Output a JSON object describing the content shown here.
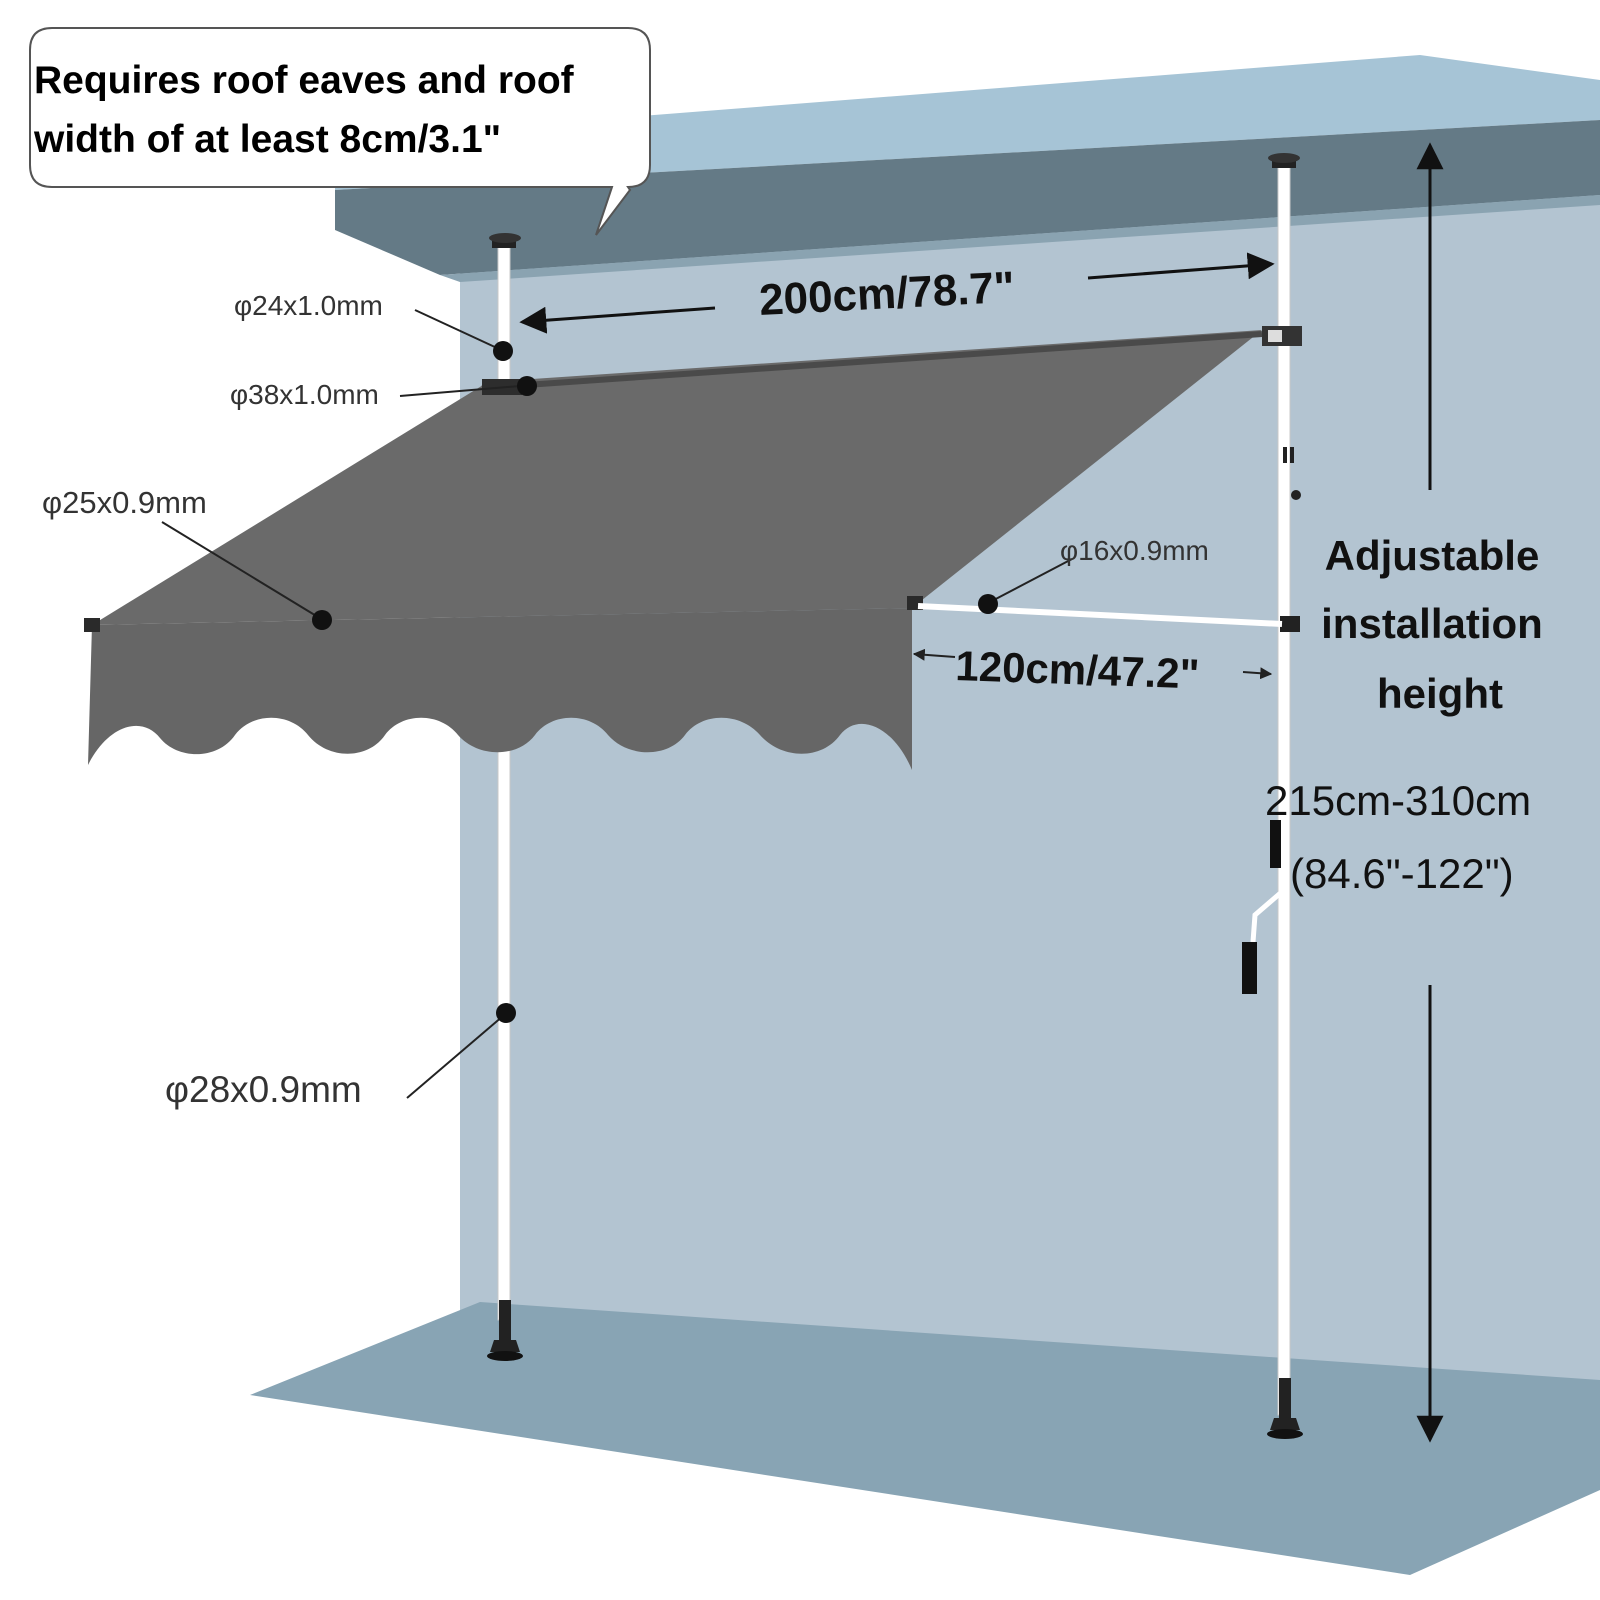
{
  "callout": {
    "line1": "Requires roof eaves and roof",
    "line2": "width of at least 8cm/3.1\""
  },
  "dimensions": {
    "width": "200cm/78.7\"",
    "projection": "120cm/47.2\"",
    "height_title_1": "Adjustable",
    "height_title_2": "installation",
    "height_title_3": "height",
    "height_range_1": "215cm-310cm",
    "height_range_2": "(84.6\"-122\")"
  },
  "parts": {
    "upper_pole": "φ24x1.0mm",
    "roller_tube": "φ38x1.0mm",
    "front_bar": "φ25x0.9mm",
    "arm": "φ16x0.9mm",
    "lower_pole": "φ28x0.9mm"
  },
  "colors": {
    "wall": "#b3c4d1",
    "ceiling_top": "#a6c4d6",
    "ceiling_face": "#647a86",
    "floor": "#88a4b4",
    "fabric": "#666666",
    "pole": "#ffffff"
  }
}
